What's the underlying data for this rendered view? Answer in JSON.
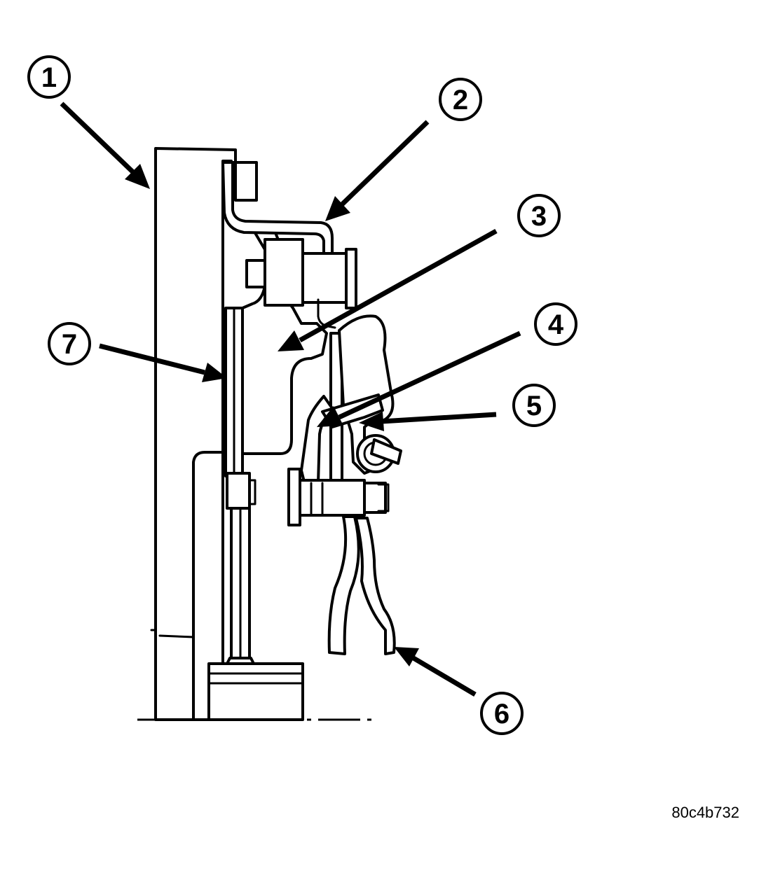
{
  "callouts": [
    {
      "id": "1",
      "label": "1"
    },
    {
      "id": "2",
      "label": "2"
    },
    {
      "id": "3",
      "label": "3"
    },
    {
      "id": "4",
      "label": "4"
    },
    {
      "id": "5",
      "label": "5"
    },
    {
      "id": "6",
      "label": "6"
    },
    {
      "id": "7",
      "label": "7"
    }
  ],
  "figure_id": "80c4b732",
  "colors": {
    "line": "#000000",
    "background": "#ffffff"
  }
}
